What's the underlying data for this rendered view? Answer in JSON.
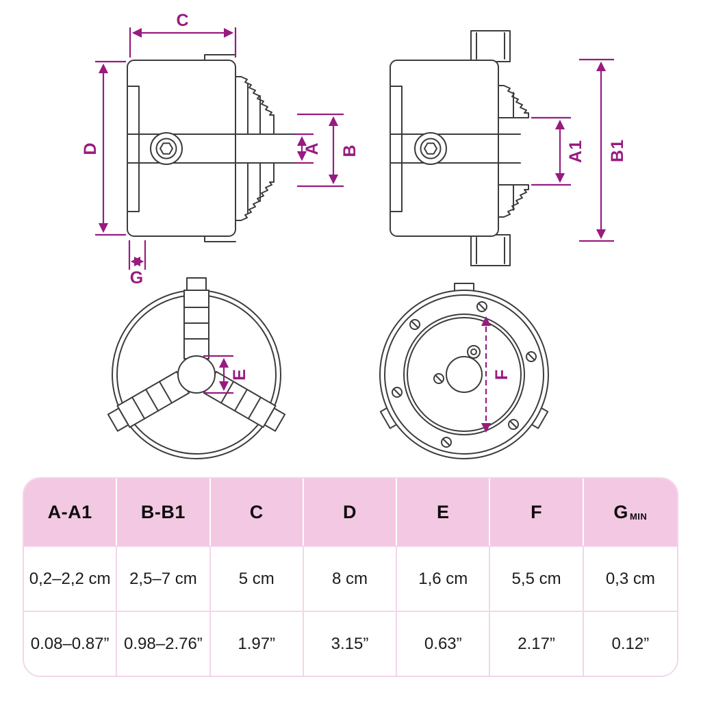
{
  "colors": {
    "accent_magenta": "#971B80",
    "drawing_line": "#3C3C3C",
    "table_header_bg": "#F3C8E2",
    "table_grid": "#F2D6E9"
  },
  "labels": {
    "a": "A",
    "a1": "A1",
    "b": "B",
    "b1": "B1",
    "c": "C",
    "d": "D",
    "e": "E",
    "f": "F",
    "g": "G"
  },
  "table": {
    "headers": [
      "A-A1",
      "B-B1",
      "C",
      "D",
      "E",
      "F",
      "G"
    ],
    "g_suffix": "MIN",
    "rows_cm": [
      "0,2–2,2 cm",
      "2,5–7 cm",
      "5 cm",
      "8 cm",
      "1,6 cm",
      "5,5 cm",
      "0,3 cm"
    ],
    "rows_inch": [
      "0.08–0.87”",
      "0.98–2.76”",
      "1.97”",
      "3.15”",
      "0.63”",
      "2.17”",
      "0.12”"
    ]
  }
}
